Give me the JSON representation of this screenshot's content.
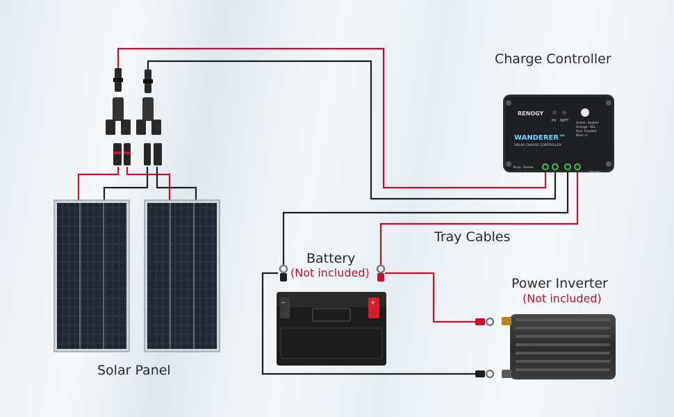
{
  "labels": {
    "charge_controller": "Charge Controller",
    "tray_cables": "Tray Cables",
    "battery": "Battery",
    "battery_note": "(Not included)",
    "power_inverter": "Power Inverter",
    "inverter_note": "(Not included)",
    "solar_panel": "Solar Panel"
  },
  "controller": {
    "brand": "RENOGY",
    "model": "WANDERER™",
    "subtitle": "SOLAR CHARGE CONTROLLER",
    "led_pv": "PV",
    "led_batt": "BATT",
    "legend": [
      "Green: Sealed",
      "Orange: GEL",
      "Red: Flooded",
      "Blue: Li"
    ],
    "temp_label": "Temp. Sensor",
    "rs232_label": "RS232"
  },
  "colors": {
    "positive_wire": "#c8102e",
    "negative_wire": "#1e1e1e",
    "note_red": "#c8102e",
    "controller_accent": "#7fd0f0",
    "terminal_green": "#3cc24a"
  }
}
